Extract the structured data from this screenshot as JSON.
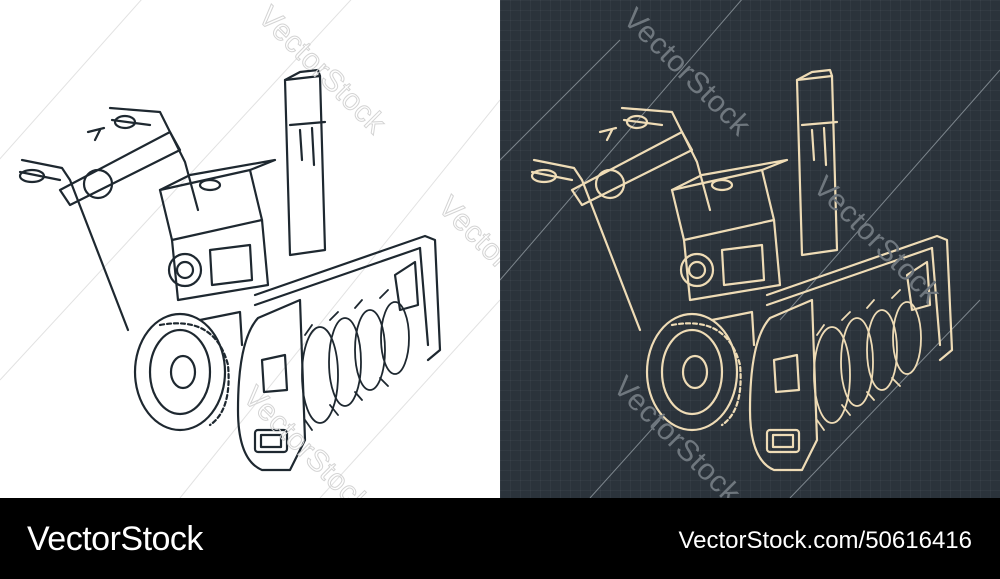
{
  "image": {
    "subject": "snow blower isometric line drawing",
    "variants": [
      {
        "name": "light",
        "background": "#ffffff",
        "stroke": "#1e2830"
      },
      {
        "name": "dark",
        "background": "#2b333b",
        "stroke": "#efdcb6"
      }
    ]
  },
  "watermarks": {
    "text": "VectorStock",
    "light_panel": [
      "VectorStock",
      "VectorStock",
      "VectorStock"
    ],
    "dark_panel": [
      "VectorStock",
      "VectorStock",
      "VectorStock"
    ]
  },
  "footer": {
    "brand": "VectorStock",
    "url": "VectorStock.com/50616416"
  }
}
